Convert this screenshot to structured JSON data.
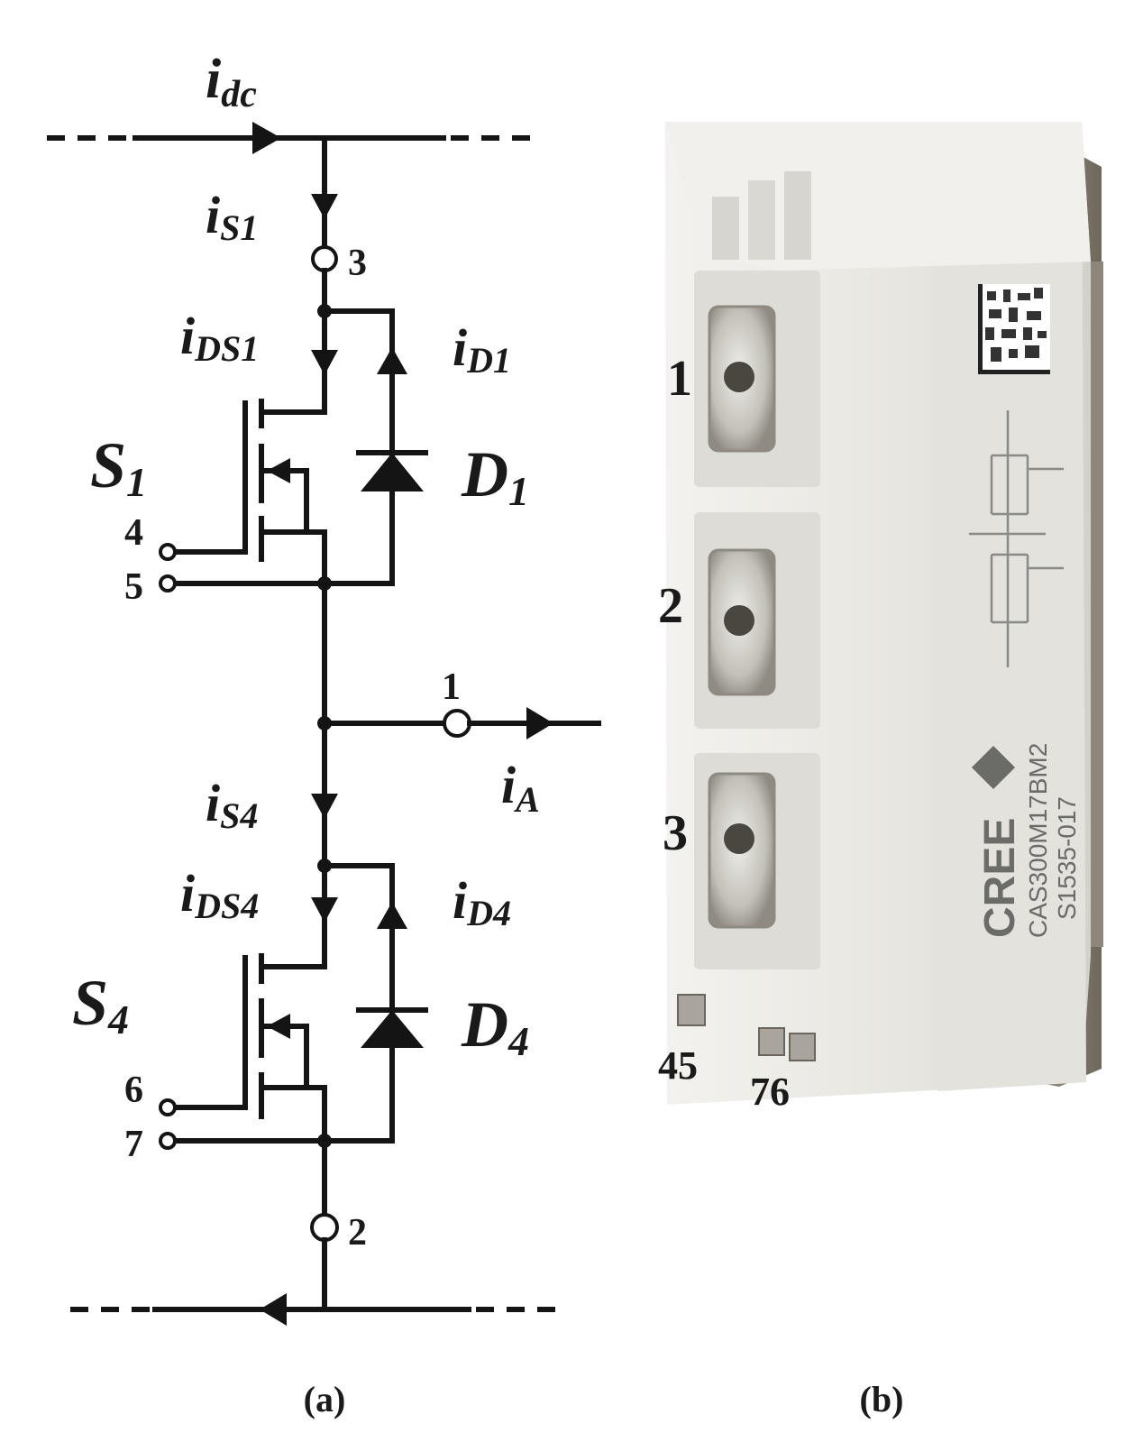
{
  "circuit": {
    "currents": {
      "i_dc": {
        "main": "i",
        "sub": "dc"
      },
      "i_S1": {
        "main": "i",
        "sub": "S1"
      },
      "i_DS1": {
        "main": "i",
        "sub": "DS1"
      },
      "i_D1": {
        "main": "i",
        "sub": "D1"
      },
      "i_A": {
        "main": "i",
        "sub": "A"
      },
      "i_S4": {
        "main": "i",
        "sub": "S4"
      },
      "i_DS4": {
        "main": "i",
        "sub": "DS4"
      },
      "i_D4": {
        "main": "i",
        "sub": "D4"
      }
    },
    "devices": {
      "S1": {
        "main": "S",
        "sub": "1"
      },
      "D1": {
        "main": "D",
        "sub": "1"
      },
      "S4": {
        "main": "S",
        "sub": "4"
      },
      "D4": {
        "main": "D",
        "sub": "4"
      }
    },
    "terminals": {
      "t3": "3",
      "t1": "1",
      "t2": "2",
      "t4": "4",
      "t5": "5",
      "t6": "6",
      "t7": "7"
    },
    "caption": "(a)"
  },
  "photo": {
    "terminal_labels": {
      "t1": "1",
      "t2": "2",
      "t3": "3",
      "t45": "45",
      "t76": "76"
    },
    "brand": "CREE",
    "part_number": "CAS300M17BM2",
    "lot_code": "S1535-017",
    "colors": {
      "housing": "#e9e8e3",
      "housing_shadow": "#c9c8c2",
      "mount": "#8a8478",
      "contact": "#b9b6ae"
    },
    "caption": "(b)"
  }
}
